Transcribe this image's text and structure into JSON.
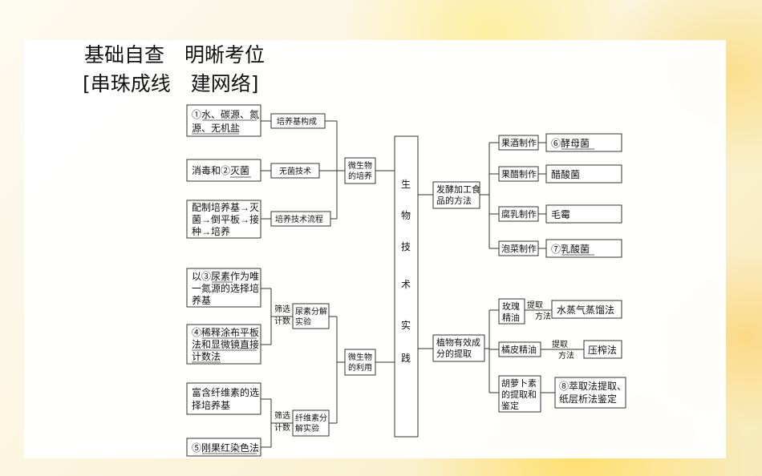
{
  "header": {
    "title_line1": "基础自查　明晰考位",
    "title_line2": "[串珠成线　建网络]"
  },
  "diagram": {
    "center": [
      "生",
      "物",
      "技",
      "术",
      "实",
      "践"
    ],
    "cultivation": {
      "hub": [
        "微生物",
        "的培养"
      ],
      "branches": [
        {
          "label": "培养基构成",
          "answer": [
            "①水、碳源、氮",
            "源、无机盐"
          ]
        },
        {
          "label": "无菌技术",
          "answer": [
            "消毒和②灭菌"
          ]
        },
        {
          "label": "培养技术流程",
          "answer": [
            "配制培养基→灭",
            "菌→倒平板→接",
            "种→培养"
          ]
        }
      ]
    },
    "utilization": {
      "hub": [
        "微生物",
        "的利用"
      ],
      "screen_label": [
        "筛选",
        "计数"
      ],
      "groups": [
        {
          "label": [
            "尿素分解",
            "实验"
          ],
          "answers": [
            [
              "以③尿素作为唯",
              "一氮源的选择培",
              "养基"
            ],
            [
              "④稀释涂布平板",
              "法和显微镜直接",
              "计数法"
            ]
          ]
        },
        {
          "label": [
            "纤维素分",
            "解实验"
          ],
          "answers": [
            [
              "富含纤维素的选",
              "择培养基"
            ],
            [
              "⑤刚果红染色法"
            ]
          ]
        }
      ]
    },
    "fermentation": {
      "hub": [
        "发酵加工食",
        "品的方法"
      ],
      "items": [
        {
          "label": "果酒制作",
          "answer": "⑥酵母菌"
        },
        {
          "label": "果醋制作",
          "answer": "醋酸菌"
        },
        {
          "label": "腐乳制作",
          "answer": "毛霉"
        },
        {
          "label": "泡菜制作",
          "answer": "⑦乳酸菌"
        }
      ]
    },
    "extraction": {
      "hub": [
        "植物有效成",
        "分的提取"
      ],
      "method_label": [
        "提取",
        "方法"
      ],
      "items": [
        {
          "label": [
            "玫瑰",
            "精油"
          ],
          "answer": [
            "水蒸气蒸馏法"
          ]
        },
        {
          "label": [
            "橘皮精油"
          ],
          "answer": [
            "压榨法"
          ]
        },
        {
          "label": [
            "胡萝卜素",
            "的提取和",
            "鉴定"
          ],
          "answer": [
            "⑧萃取法提取、",
            "纸层析法鉴定"
          ]
        }
      ]
    }
  }
}
